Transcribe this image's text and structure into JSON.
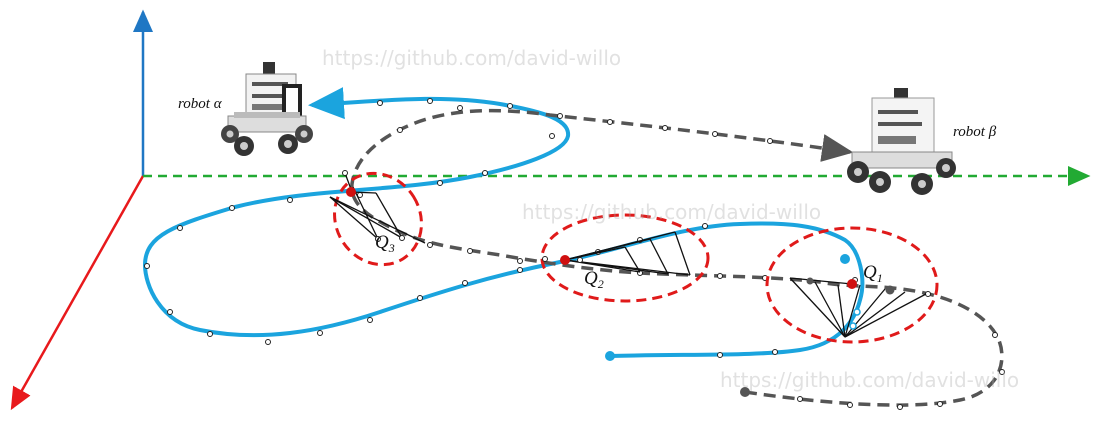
{
  "robots": {
    "alpha": {
      "name": "robot",
      "greek": "α"
    },
    "beta": {
      "name": "robot",
      "greek": "β"
    }
  },
  "points": {
    "q1": {
      "letter": "Q",
      "sub": "1"
    },
    "q2": {
      "letter": "Q",
      "sub": "2"
    },
    "q3": {
      "letter": "Q",
      "sub": "3"
    }
  },
  "watermarks": [
    "https://github.com/david-willo",
    "https://github.com/david-willo",
    "https://github.com/david-willo"
  ],
  "colors": {
    "y_axis": "#1f77c4",
    "x_axis": "#e8191c",
    "dashed_axis": "#22aa33",
    "blue_path": "#1ba4de",
    "gray_path": "#555555",
    "ellipse": "#e01a1a",
    "highlight": "#d01010"
  }
}
